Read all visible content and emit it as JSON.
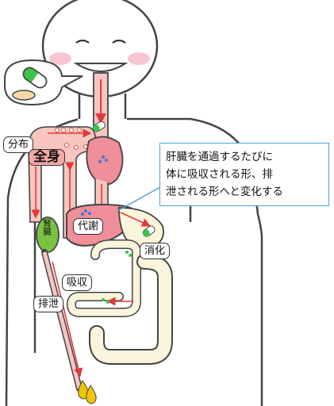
{
  "labels": {
    "distribution": "分布",
    "whole_body": "全身",
    "kidney": "腎臓",
    "metabolism": "代謝",
    "digestion": "消化",
    "absorption": "吸収",
    "excretion": "排泄"
  },
  "callout": {
    "line1": "肝臓を通過するたびに",
    "line2": "体に吸収される形、排",
    "line3": "泄される形へと変化する"
  },
  "colors": {
    "skin_outline": "#444444",
    "pathway": "#f4a9a6",
    "pathway_edge": "#d45a55",
    "arrow": "#e03a3a",
    "liver": "#f08e9a",
    "kidney": "#7cc242",
    "capsule_green": "#3cc44a",
    "tablet": "#f6d8a8",
    "urine": "#f2c400",
    "callout_border": "#4aa3df",
    "intestine": "#fbf4dc"
  }
}
